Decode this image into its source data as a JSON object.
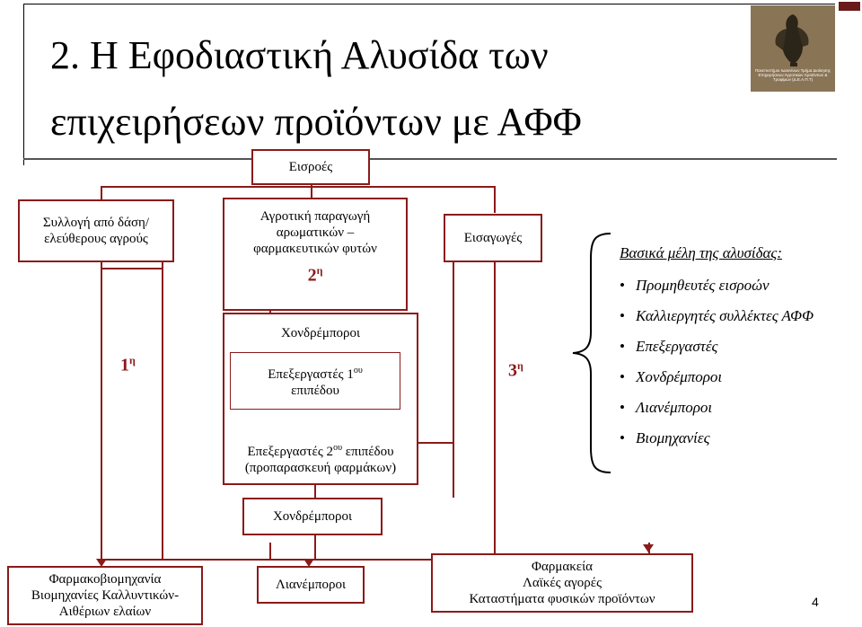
{
  "slide": {
    "title_line1": "2. Η Εφοδιαστική Αλυσίδα των",
    "title_line2": "επιχειρήσεων προϊόντων με ΑΦΦ",
    "page_number": "4"
  },
  "logo": {
    "text": "Πανεπιστήμιο Ιωαννίνων Τμήμα Διοίκησης Επιχειρήσεων Αγροτικών προϊόντων & Τροφίμων (Δ.Ε.Α.Π.Τ)"
  },
  "diagram": {
    "inputs_label": "Εισροές",
    "collection_line1": "Συλλογή από δάση/",
    "collection_line2": "ελεύθερους αγρούς",
    "agri_line1": "Αγροτική παραγωγή",
    "agri_line2": "αρωματικών –",
    "agri_line3": "φαρμακευτικών φυτών",
    "imports_label": "Εισαγωγές",
    "wholesale_inner": "Χονδρέμποροι",
    "processor1_line1": "Επεξεργαστές 1",
    "processor1_sup": "ου",
    "processor1_line2": "επιπέδου",
    "processor2_line1": "Επεξεργαστές 2",
    "processor2_sup": "ου",
    "processor2_line1b": " επιπέδου",
    "processor2_line2": "(προπαρασκευή φαρμάκων)",
    "wholesale_bottom": "Χονδρέμποροι",
    "pharma_line1": "Φαρμακοβιομηχανία",
    "pharma_line2": "Βιομηχανίες Καλλυντικών-",
    "pharma_line3": "Αιθέριων ελαίων",
    "retail_label": "Λιανέμποροι",
    "outlets_line1": "Φαρμακεία",
    "outlets_line2": "Λαϊκές αγορές",
    "outlets_line3": "Καταστήματα φυσικών προϊόντων",
    "ord1": "1",
    "ord2": "2",
    "ord3": "3",
    "ord_sup": "η"
  },
  "members": {
    "title": "Βασικά μέλη της αλυσίδας:",
    "items": [
      "Προμηθευτές εισροών",
      "Καλλιεργητές συλλέκτες ΑΦΦ",
      "Επεξεργαστές",
      "Χονδρέμποροι",
      "Λιανέμποροι",
      "Βιομηχανίες"
    ]
  },
  "colors": {
    "accent": "#8b1a1a",
    "logo_bg": "#8a7456"
  }
}
